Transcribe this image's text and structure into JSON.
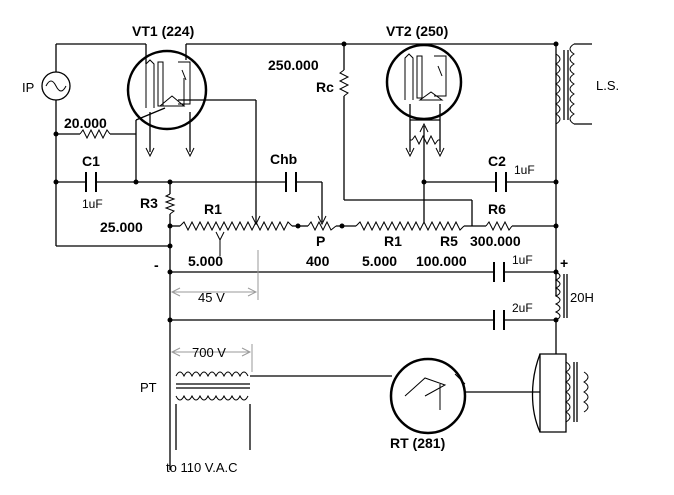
{
  "labels": {
    "vt1": "VT1 (224)",
    "vt2": "VT2 (250)",
    "ip": "IP",
    "ls": "L.S.",
    "r_grid": "20.000",
    "c1": "C1",
    "c1_val": "1uF",
    "r3": "R3",
    "r3_val": "25.000",
    "r1_left": "R1",
    "r1_left_val": "5.000",
    "chb": "Chb",
    "p": "P",
    "p_val": "400",
    "r1_right": "R1",
    "r1_right_val": "5.000",
    "r5": "R5",
    "r5_val": "100.000",
    "r6": "R6",
    "r6_val": "300.000",
    "rc": "Rc",
    "rc_val": "250.000",
    "c2": "C2",
    "c2_val": "1uF",
    "cap_mid": "1uF",
    "cap_low": "2uF",
    "choke": "20H",
    "minus": "-",
    "plus": "+",
    "v45": "45 V",
    "v700": "700 V",
    "pt": "PT",
    "rt": "RT (281)",
    "mains": "to 110 V.A.C"
  }
}
